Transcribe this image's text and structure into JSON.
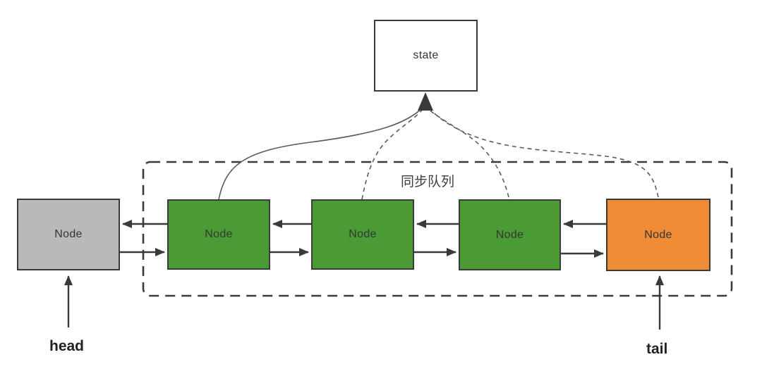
{
  "state_box": {
    "label": "state"
  },
  "sync_queue": {
    "label": "同步队列"
  },
  "nodes": [
    {
      "label": "Node",
      "color": "#b9b9b9"
    },
    {
      "label": "Node",
      "color": "#4a9a35"
    },
    {
      "label": "Node",
      "color": "#4a9a35"
    },
    {
      "label": "Node",
      "color": "#4a9a35"
    },
    {
      "label": "Node",
      "color": "#ef8c35"
    }
  ],
  "pointer_labels": {
    "head": "head",
    "tail": "tail"
  },
  "colors": {
    "node_gray": "#b9b9b9",
    "node_green": "#4a9a35",
    "node_orange": "#ef8c35",
    "box_border": "#3a3a3a",
    "arrow": "#3a3a3a",
    "curve": "#5a5a5a",
    "background": "#ffffff"
  }
}
